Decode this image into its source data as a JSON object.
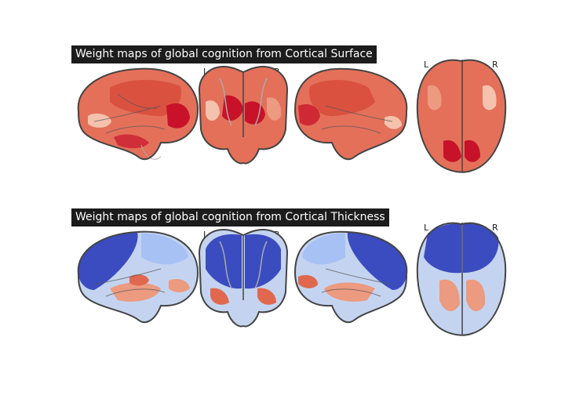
{
  "panels": [
    {
      "title": "Weight maps of global cognition from Cortical Surface",
      "lr_labels": {
        "coronal_left": "L",
        "coronal_right": "R",
        "axial_left": "L",
        "axial_right": "R"
      },
      "colormap": "coolwarm",
      "palette": [
        "#c8122a",
        "#d84b3c",
        "#e4705a",
        "#ec9a80",
        "#f4c2ad"
      ]
    },
    {
      "title": "Weight maps of global cognition from Cortical Thickness",
      "lr_labels": {
        "coronal_left": "L",
        "coronal_right": "R",
        "axial_left": "L",
        "axial_right": "R"
      },
      "colormap": "coolwarm",
      "palette": [
        "#3b4cc0",
        "#5a78d8",
        "#a7c1f4",
        "#c4d4f0",
        "#ec9a80",
        "#e0684e"
      ]
    }
  ]
}
